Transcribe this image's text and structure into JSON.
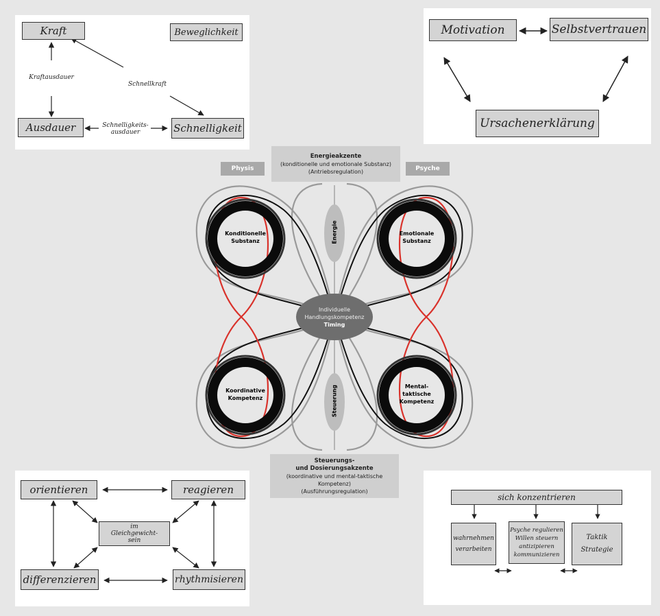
{
  "top_left": {
    "kraft": "Kraft",
    "beweglichkeit": "Beweglichkeit",
    "ausdauer": "Ausdauer",
    "schnelligkeit": "Schnelligkeit",
    "kraftausdauer": "Kraftausdauer",
    "schnellkraft": "Schnellkraft",
    "schnelligkeitsausdauer_1": "Schnelligkeits-",
    "schnelligkeitsausdauer_2": "ausdauer"
  },
  "top_right": {
    "motivation": "Motivation",
    "selbstvertrauen": "Selbstvertrauen",
    "ursachenerklaerung": "Ursachenerklärung"
  },
  "bottom_left": {
    "orientieren": "orientieren",
    "reagieren": "reagieren",
    "gleichgewicht_1": "im",
    "gleichgewicht_2": "Gleichgewicht-",
    "gleichgewicht_3": "sein",
    "differenzieren": "differenzieren",
    "rhythmisieren": "rhythmisieren"
  },
  "bottom_right": {
    "konzentrieren": "sich konzentrieren",
    "wahrnehmen_1": "wahrnehmen",
    "wahrnehmen_2": "verarbeiten",
    "psyche_1": "Psyche regulieren",
    "psyche_2": "Willen steuern",
    "psyche_3": "antizipieren",
    "psyche_4": "kommunizieren",
    "taktik_1": "Taktik",
    "taktik_2": "Strategie"
  },
  "center": {
    "physis": "Physis",
    "psyche": "Psyche",
    "energie_title": "Energieakzente",
    "energie_sub1": "(konditionelle und emotionale Substanz)",
    "energie_sub2": "(Antriebsregulation)",
    "steuerung_title1": "Steuerungs-",
    "steuerung_title2": "und Dosierungsakzente",
    "steuerung_sub1": "(koordinative und mental-taktische Kompetenz)",
    "steuerung_sub2": "(Ausführungsregulation)",
    "energie_axis": "Energie",
    "steuerung_axis": "Steuerung",
    "hub_1": "Individuelle",
    "hub_2": "Handlungskompetenz",
    "hub_3": "Timing",
    "tl_1": "Konditionelle",
    "tl_2": "Substanz",
    "tr_1": "Emotionale",
    "tr_2": "Substanz",
    "bl_1": "Koordinative",
    "bl_2": "Kompetenz",
    "br_1": "Mental-",
    "br_2": "taktische",
    "br_3": "Kompetenz"
  },
  "colors": {
    "loop_red": "#d9322b",
    "loop_black": "#111111",
    "loop_grey": "#9a9a9a",
    "hub": "#6e6e6e"
  }
}
